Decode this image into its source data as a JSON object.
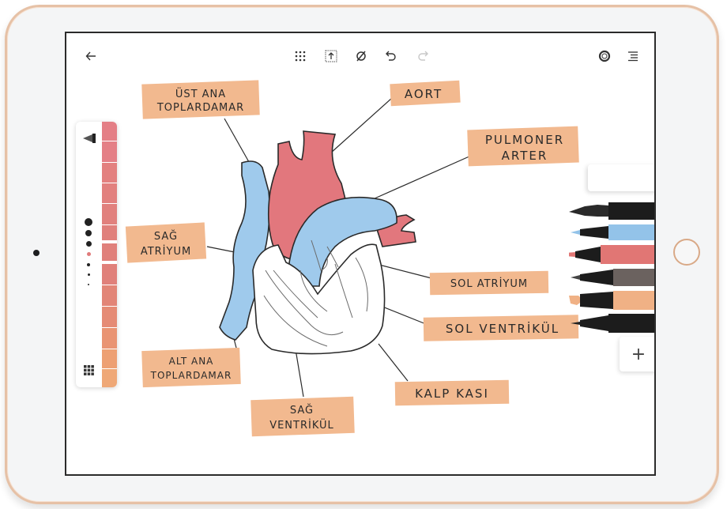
{
  "device": {
    "frame_color": "#e6c1a6",
    "bezel_color": "#f4f5f6"
  },
  "toolbar": {
    "back_icon": "arrow-left-icon",
    "center_icons": [
      "grid-dots-icon",
      "export-icon",
      "lasso-slash-icon",
      "undo-icon",
      "redo-icon"
    ],
    "right_icons": [
      "lifebuoy-icon",
      "menu-list-icon"
    ]
  },
  "left_panel": {
    "brush_sizes": [
      4,
      3.5,
      3,
      2.5,
      2,
      1.5,
      1
    ],
    "selected_size_index": 3,
    "selected_size_color": "#e07b7b",
    "swatch_colors": [
      "#e47f86",
      "#e47f86",
      "#e47f86",
      "#e2807e",
      "#e2807e",
      "#e0807d",
      "#e0807a",
      "#e08577",
      "#e38a74",
      "#e79373",
      "#eb9d73",
      "#efa877"
    ],
    "selected_swatch_index": 5,
    "palette_icon": "palette-grid-icon"
  },
  "pen_tray": {
    "pens": [
      {
        "name": "fountain-pen",
        "tip": "#222222",
        "body": "#1c1c1c"
      },
      {
        "name": "blue-marker",
        "tip": "#93c3e9",
        "body": "#93c3e9"
      },
      {
        "name": "red-brush-pen",
        "tip": "#e17674",
        "body": "#e17674"
      },
      {
        "name": "gray-pencil",
        "tip": "#333333",
        "body": "#6b625f"
      },
      {
        "name": "peach-highlighter",
        "tip": "#f0b185",
        "body": "#f0b185"
      },
      {
        "name": "black-fineliner",
        "tip": "#222222",
        "body": "#1c1c1c"
      }
    ],
    "add_label": "+"
  },
  "diagram": {
    "colors": {
      "vein_blue": "#9fcaec",
      "artery_red": "#e2777d",
      "label_bg": "#f2b98f",
      "outline": "#2a2a2a"
    },
    "labels": {
      "ust_ana_toplardamar": "ÜST ANA\nTOPLARDAMAR",
      "aort": "AORT",
      "pulmoner_arter": "PULMONER\nARTER",
      "sag_atriyum": "SAĞ\nATRİYUM",
      "sol_atriyum": "SOL ATRİYUM",
      "sol_ventrikul": "SOL VENTRİKÜL",
      "alt_ana_toplardamar": "ALT ANA\nTOPLARDAMAR",
      "kalp_kasi": "KALP KASI",
      "sag_ventrikul": "SAĞ\nVENTRİKÜL"
    }
  }
}
